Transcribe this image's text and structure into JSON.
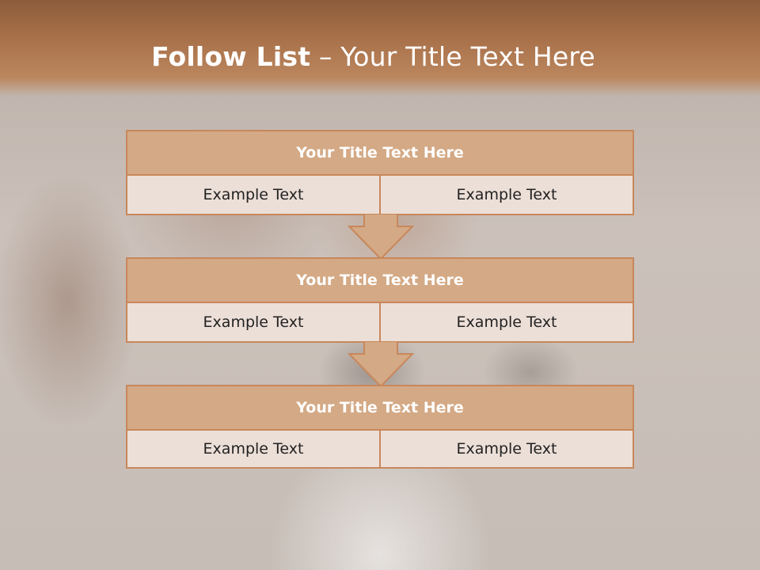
{
  "slide": {
    "title_strong": "Follow List",
    "title_rest": " – Your Title Text Here"
  },
  "blocks": [
    {
      "title": "Your Title Text Here",
      "left": "Example Text",
      "right": "Example Text"
    },
    {
      "title": "Your Title Text Here",
      "left": "Example Text",
      "right": "Example Text"
    },
    {
      "title": "Your Title Text Here",
      "left": "Example Text",
      "right": "Example Text"
    }
  ],
  "colors": {
    "banner": "#a8714a",
    "header_fill": "#d4a985",
    "row_fill": "#ecdfd7",
    "border": "#c8875b"
  }
}
